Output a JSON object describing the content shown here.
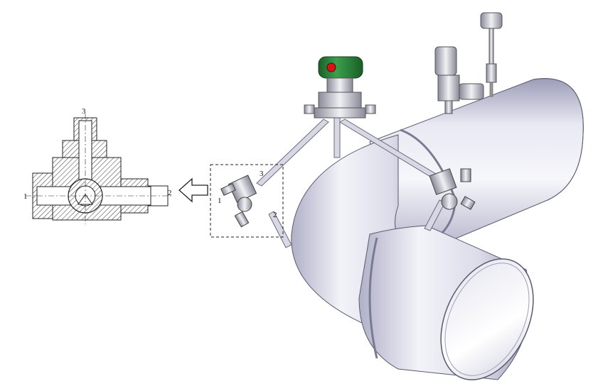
{
  "labels": {
    "section_port_1": "1",
    "section_port_2": "2",
    "section_port_3": "3",
    "valve_port_1": "1",
    "valve_port_2": "2",
    "valve_port_3": "3"
  },
  "colors": {
    "pipe_light": "#f2f2f8",
    "pipe_mid": "#d4d4e4",
    "pipe_dark": "#9c9cb8",
    "pipe_outline": "#5a5a70",
    "transmitter_green": "#2e8b3e",
    "transmitter_dark": "#1b5e28",
    "alarm_red": "#d01818",
    "hatch": "#333333",
    "line": "#222222"
  },
  "icons": {
    "flow_arrow": "hollow-left-arrow-icon",
    "transmitter": "pressure-transmitter-icon",
    "thermometer": "temperature-probe-icon",
    "valve": "three-way-valve-icon"
  }
}
